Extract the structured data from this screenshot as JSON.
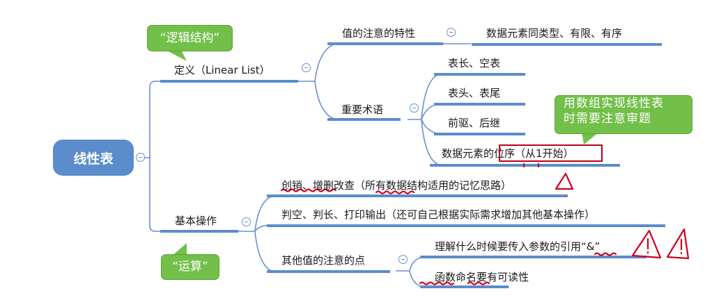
{
  "mindmap": {
    "root": {
      "label": "线性表"
    },
    "definition": {
      "label": "定义（Linear List）",
      "callout": "“逻辑结构”",
      "children": [
        {
          "label": "值的注意的特性",
          "children": [
            {
              "label": "数据元素同类型、有限、有序"
            }
          ]
        },
        {
          "label": "重要术语",
          "children": [
            {
              "label": "表长、空表"
            },
            {
              "label": "表头、表尾"
            },
            {
              "label": "前驱、后继"
            },
            {
              "label": "数据元素的位序（从1开始）",
              "prefix": "数据元素的",
              "highlight": "位序（从1开始）"
            }
          ],
          "callout": [
            "用数组实现线性表",
            "时需要注意审题"
          ]
        }
      ]
    },
    "operations": {
      "label": "基本操作",
      "callout": "“运算”",
      "children": [
        {
          "label": "创销、增删改查（所有数据结构适用的记忆思路）"
        },
        {
          "label": "判空、判长、打印输出（还可自己根据实际需求增加其他基本操作）"
        },
        {
          "label": "其他值的注意的点",
          "children": [
            {
              "label": "理解什么时候要传入参数的引用“&”"
            },
            {
              "label": "函数命名要有可读性"
            }
          ]
        }
      ]
    }
  },
  "annotations": {
    "warning_marks": [
      "warning-triangle",
      "warning-exclamation",
      "warning-exclamation"
    ],
    "colors": {
      "branch": "#5b8ccc",
      "callout": "#72bf4a",
      "annotation": "#d0001c"
    }
  }
}
